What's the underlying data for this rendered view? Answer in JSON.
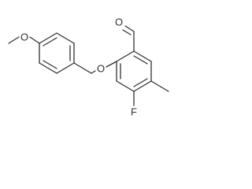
{
  "structure": {
    "atoms": {
      "methoxy_oxygen": "O",
      "ether_oxygen": "O",
      "aldehyde_oxygen": "O",
      "fluorine": "F"
    },
    "colors": {
      "ink": "#303030",
      "background": "#ffffff"
    }
  }
}
